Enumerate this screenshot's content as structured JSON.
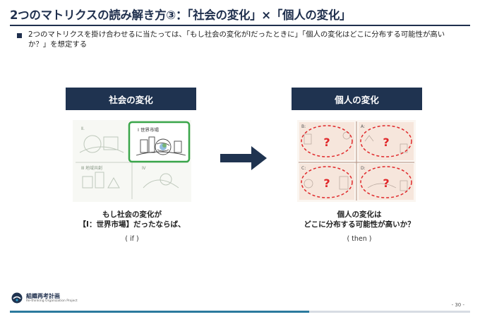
{
  "title": "2つのマトリクスの読み解き方③：「社会の変化」×「個人の変化」",
  "bullet": "2つのマトリクスを掛け合わせるに当たっては、「もし社会の変化がⅠだったときに」「個人の変化はどこに分布する可能性が高いか？」を想定する",
  "left_panel": {
    "header": "社会の変化",
    "caption_line1": "もし社会の変化が",
    "caption_line2": "【Ⅰ：世界市場】だったならば、",
    "small": "( if )",
    "quadrant_labels": [
      "Ⅱ.",
      "Ⅰ 世界市場",
      "Ⅲ 地域共創",
      "Ⅳ"
    ]
  },
  "right_panel": {
    "header": "個人の変化",
    "caption_line1": "個人の変化は",
    "caption_line2": "どこに分布する可能性が高いか？",
    "small": "( then )",
    "question_mark": "?",
    "quadrant_labels": [
      "B:",
      "A:",
      "C:",
      "D:"
    ]
  },
  "footer": {
    "logo_name": "組織再考計画",
    "logo_sub": "Re-thinking Organization Project",
    "page": "- 30 -"
  },
  "colors": {
    "navy": "#1f3350",
    "highlight_green": "#3aa64a",
    "question_red": "#e0282a",
    "progress": "#2b7a9e"
  }
}
